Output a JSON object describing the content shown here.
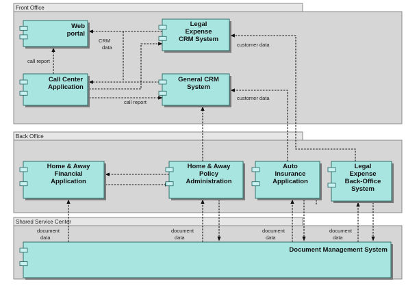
{
  "lanes": [
    {
      "id": "front",
      "title": "Front Office"
    },
    {
      "id": "back",
      "title": "Back Office"
    },
    {
      "id": "shared",
      "title": "Shared Service Center"
    }
  ],
  "components": [
    {
      "id": "web",
      "lines": [
        "Web",
        "portal"
      ]
    },
    {
      "id": "legalcrm",
      "lines": [
        "Legal",
        "Expense",
        "CRM System"
      ]
    },
    {
      "id": "callcenter",
      "lines": [
        "Call Center",
        "Application"
      ]
    },
    {
      "id": "generalcrm",
      "lines": [
        "General CRM",
        "System"
      ]
    },
    {
      "id": "homefin",
      "lines": [
        "Home & Away",
        "Financial",
        "Application"
      ]
    },
    {
      "id": "homepol",
      "lines": [
        "Home & Away",
        "Policy",
        "Administration"
      ]
    },
    {
      "id": "autoins",
      "lines": [
        "Auto",
        "Insurance",
        "Application"
      ]
    },
    {
      "id": "legalbo",
      "lines": [
        "Legal",
        "Expense",
        "Back-Office",
        "System"
      ]
    },
    {
      "id": "dms",
      "lines": [
        "Document Management System"
      ]
    }
  ],
  "edge_labels": [
    {
      "id": "crm-data",
      "lines": [
        "CRM",
        "data"
      ]
    },
    {
      "id": "call-report-1",
      "lines": [
        "call report"
      ]
    },
    {
      "id": "call-report-2",
      "lines": [
        "call report"
      ]
    },
    {
      "id": "customer-data-1",
      "lines": [
        "customer data"
      ]
    },
    {
      "id": "customer-data-2",
      "lines": [
        "customer data"
      ]
    },
    {
      "id": "document-data-1",
      "lines": [
        "document",
        "data"
      ]
    },
    {
      "id": "document-data-2",
      "lines": [
        "document",
        "data"
      ]
    },
    {
      "id": "document-data-3",
      "lines": [
        "document",
        "data"
      ]
    },
    {
      "id": "document-data-4",
      "lines": [
        "document",
        "data"
      ]
    }
  ]
}
